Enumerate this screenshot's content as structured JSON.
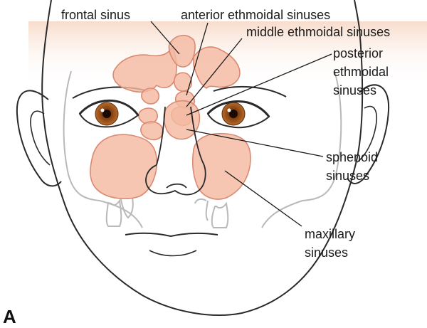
{
  "labels": {
    "frontal": "frontal sinus",
    "anterior": "anterior ethmoidal sinuses",
    "middle": "middle ethmoidal sinuses",
    "posterior": [
      "posterior",
      "ethmoidal",
      "sinuses"
    ],
    "sphenoid": [
      "sphenoid",
      "sinuses"
    ],
    "maxillary": [
      "maxillary",
      "sinuses"
    ]
  },
  "panel_letter": "A",
  "colors": {
    "sinus_fill": "#f4b9a2",
    "sinus_stroke": "#d98a72",
    "skin_stroke": "#2a2a2a",
    "iris": "#a0561e",
    "forehead_tint": "#f6d9c9"
  }
}
